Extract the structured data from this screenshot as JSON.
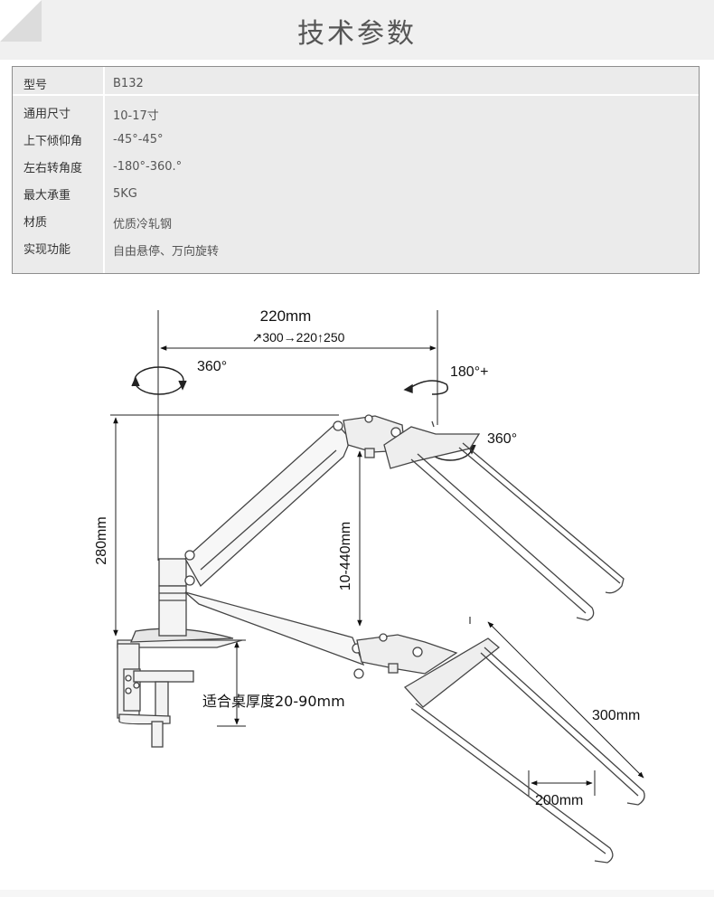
{
  "header": {
    "title": "技术参数"
  },
  "specs": [
    {
      "label": "型号",
      "value": "B132"
    },
    {
      "label": "通用尺寸",
      "value": "10-17寸"
    },
    {
      "label": "上下倾仰角",
      "value": "-45°-45°"
    },
    {
      "label": "左右转角度",
      "value": "-180°-360.°"
    },
    {
      "label": "最大承重",
      "value": "5KG"
    },
    {
      "label": "材质",
      "value": "优质冷轧钢"
    },
    {
      "label": "实现功能",
      "value": "自由悬停、万向旋转"
    }
  ],
  "diagram": {
    "reach": "220mm",
    "reach_detail": "↗300→220↑250",
    "base_rotation": "360°",
    "arm_rotation": "180°+",
    "tray_rotation": "360°",
    "pole_height": "280mm",
    "lift_range": "10-440mm",
    "desk_thickness": "适合桌厚度20-90mm",
    "tray_length": "300mm",
    "tray_width": "200mm"
  }
}
